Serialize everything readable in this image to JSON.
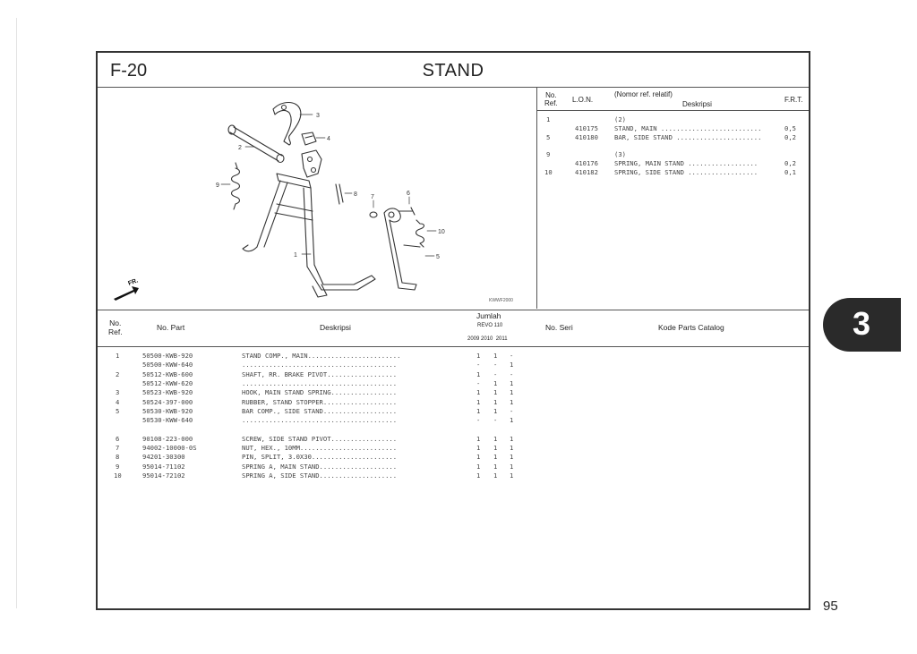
{
  "header": {
    "code": "F-20",
    "title": "STAND"
  },
  "diagram": {
    "code": "KWWF2000",
    "fr_label": "FR.",
    "callouts": [
      "1",
      "2",
      "3",
      "4",
      "5",
      "6",
      "7",
      "8",
      "9",
      "10"
    ]
  },
  "ref_table": {
    "headers": {
      "no_ref": "No.\nRef.",
      "lon": "L.O.N.",
      "note": "(Nomor ref. relatif)",
      "desc": "Deskripsi",
      "frt": "F.R.T."
    },
    "rows": [
      {
        "ref": "1",
        "lon": "",
        "desc": "(2)",
        "frt": ""
      },
      {
        "ref": "",
        "lon": "410175",
        "desc": "STAND, MAIN ..........................",
        "frt": "0,5"
      },
      {
        "ref": "5",
        "lon": "410180",
        "desc": "BAR, SIDE STAND ......................",
        "frt": "0,2"
      },
      {
        "ref": "",
        "lon": "",
        "desc": "",
        "frt": ""
      },
      {
        "ref": "9",
        "lon": "",
        "desc": "(3)",
        "frt": ""
      },
      {
        "ref": "",
        "lon": "410176",
        "desc": "SPRING, MAIN STAND ..................",
        "frt": "0,2"
      },
      {
        "ref": "10",
        "lon": "410182",
        "desc": "SPRING, SIDE STAND ..................",
        "frt": "0,1"
      }
    ]
  },
  "parts_table": {
    "headers": {
      "no_ref": "No.\nRef.",
      "no_part": "No. Part",
      "desc": "Deskripsi",
      "jumlah": "Jumlah",
      "model": "REVO 110",
      "years": "2009 2010  2011",
      "no_seri": "No. Seri",
      "kode": "Kode Parts Catalog"
    },
    "rows": [
      {
        "ref": "1",
        "part": "50500-KWB-920",
        "desc": "STAND COMP., MAIN........................",
        "q1": "1",
        "q2": "1",
        "q3": "-"
      },
      {
        "ref": "",
        "part": "50500-KWW-640",
        "desc": "........................................",
        "q1": "-",
        "q2": "-",
        "q3": "1"
      },
      {
        "ref": "2",
        "part": "50512-KWB-600",
        "desc": "SHAFT, RR. BRAKE PIVOT..................",
        "q1": "1",
        "q2": "-",
        "q3": "-"
      },
      {
        "ref": "",
        "part": "50512-KWW-620",
        "desc": "........................................",
        "q1": "-",
        "q2": "1",
        "q3": "1"
      },
      {
        "ref": "3",
        "part": "50523-KWB-920",
        "desc": "HOOK, MAIN STAND SPRING.................",
        "q1": "1",
        "q2": "1",
        "q3": "1"
      },
      {
        "ref": "4",
        "part": "50524-397-000",
        "desc": "RUBBER, STAND STOPPER...................",
        "q1": "1",
        "q2": "1",
        "q3": "1"
      },
      {
        "ref": "5",
        "part": "50530-KWB-920",
        "desc": "BAR COMP., SIDE STAND...................",
        "q1": "1",
        "q2": "1",
        "q3": "-"
      },
      {
        "ref": "",
        "part": "50530-KWW-640",
        "desc": "........................................",
        "q1": "-",
        "q2": "-",
        "q3": "1"
      },
      {
        "ref": "",
        "part": "",
        "desc": "",
        "q1": "",
        "q2": "",
        "q3": ""
      },
      {
        "ref": "6",
        "part": "90108-223-000",
        "desc": "SCREW, SIDE STAND PIVOT.................",
        "q1": "1",
        "q2": "1",
        "q3": "1"
      },
      {
        "ref": "7",
        "part": "94002-10000-0S",
        "desc": "NUT, HEX., 10MM.........................",
        "q1": "1",
        "q2": "1",
        "q3": "1"
      },
      {
        "ref": "8",
        "part": "94201-30300",
        "desc": "PIN, SPLIT, 3.0X30......................",
        "q1": "1",
        "q2": "1",
        "q3": "1"
      },
      {
        "ref": "9",
        "part": "95014-71102",
        "desc": "SPRING A, MAIN STAND....................",
        "q1": "1",
        "q2": "1",
        "q3": "1"
      },
      {
        "ref": "10",
        "part": "95014-72102",
        "desc": "SPRING A, SIDE STAND....................",
        "q1": "1",
        "q2": "1",
        "q3": "1"
      }
    ]
  },
  "section_badge": "3",
  "page_number": "95"
}
